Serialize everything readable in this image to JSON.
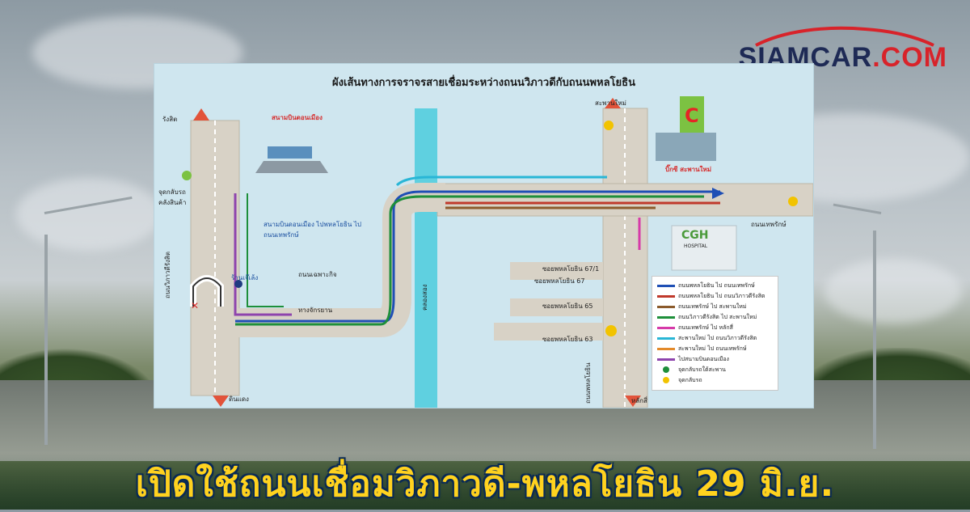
{
  "brand": {
    "logo_main": "SIAMCAR",
    "logo_suffix": ".COM"
  },
  "map": {
    "title": "ผังเส้นทางการจราจรสายเชื่อมระหว่างถนนวิภาวดีกับถนนพหลโยธิน",
    "labels": {
      "rangsit": "รังสิต",
      "din_daeng": "ดินแดง",
      "uturn_warehouse": "จุดกลับรถ คลังสินค้า",
      "vibhavadi_road": "ถนนวิภาวดีรังสิต",
      "airport": "สนามบินดอนเมือง",
      "airport_route": "สนามบินดอนเมือง ไปพหลโยธิน ไปถนนเทพรักษ์",
      "restaurant": "ร้านเจ๊เล้ง",
      "side_road": "ถนนเฉพาะกิจ",
      "road_entry": "ทางจักรยาน",
      "canal": "คลองสอง",
      "saphan_mai": "สะพานใหม่",
      "big_c": "บิ๊กซี สะพานใหม่",
      "thep_rak": "ถนนเทพรักษ์",
      "cgh": "CGH",
      "cgh_sub": "HOSPITAL",
      "soi_67_1": "ซอยพหลโยธิน 67/1",
      "soi_67": "ซอยพหลโยธิน 67",
      "soi_65": "ซอยพหลโยธิน 65",
      "soi_63": "ซอยพหลโยธิน 63",
      "phahon_road": "ถนนพหลโยธิน",
      "lak_si": "หลักสี่"
    },
    "legend": [
      {
        "text": "ถนนพหลโยธิน ไป ถนนเทพรักษ์",
        "color": "#1f4fb5"
      },
      {
        "text": "ถนนพหลโยธิน ไป ถนนวิภาวดีรังสิต",
        "color": "#c0392b"
      },
      {
        "text": "ถนนเทพรักษ์ ไป สะพานใหม่",
        "color": "#8b5a2b"
      },
      {
        "text": "ถนนวิภาวดีรังสิต ไป สะพานใหม่",
        "color": "#1e8f3a"
      },
      {
        "text": "ถนนเทพรักษ์ ไป หลักสี่",
        "color": "#d63aa8"
      },
      {
        "text": "สะพานใหม่ ไป ถนนวิภาวดีรังสิต",
        "color": "#29b6d6"
      },
      {
        "text": "สะพานใหม่ ไป ถนนเทพรักษ์",
        "color": "#e38a2a"
      },
      {
        "text": "ไปสนามบินดอนเมือง",
        "color": "#8e44ad"
      },
      {
        "text": "จุดกลับรถใต้สะพาน",
        "color": "#1e8f3a"
      },
      {
        "text": "จุดกลับรถ",
        "color": "#f2c300"
      }
    ]
  },
  "headline": "เปิดใช้ถนนเชื่อมวิภาวดี-พหลโยธิน 29 มิ.ย."
}
